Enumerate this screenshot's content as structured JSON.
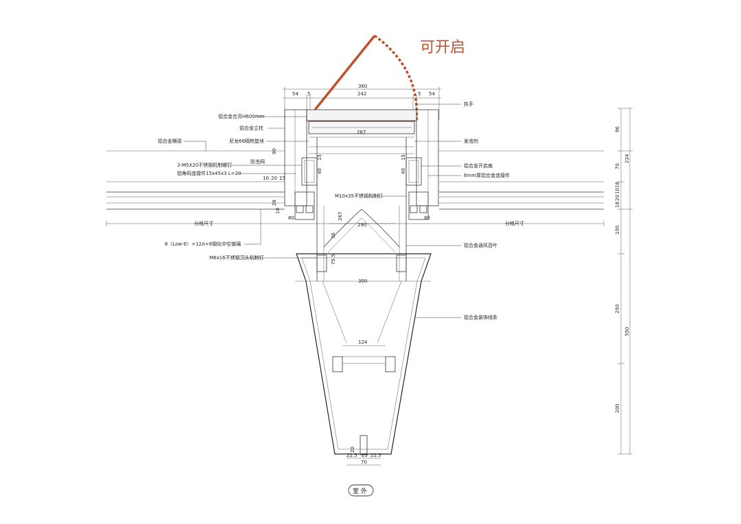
{
  "title": "可开启",
  "bottom_label": "室 外",
  "colors": {
    "accent": "#c0502a",
    "line": "#333333"
  },
  "dims_top": {
    "overall": "360",
    "middle": "242",
    "left_edge": "54",
    "right_edge": "54",
    "small_left": "5",
    "small_right": "5",
    "inner": "267"
  },
  "dims_mid": {
    "d1": "290",
    "d2": "300",
    "d3": "124",
    "d4": "70",
    "d5": "22.5",
    "d6": "25",
    "d7": "22.5",
    "d8": "20",
    "v1": "267",
    "v2": "36",
    "v3": "75.5",
    "l1": "80",
    "l2": "80",
    "l3": "10",
    "l4": "20",
    "l5": "15",
    "l6": "40",
    "l7": "40",
    "l8": "15",
    "l9": "15",
    "l10": "90",
    "l11": "28",
    "l12": "10"
  },
  "dims_right": {
    "r1": "96",
    "r2": "70",
    "r3": "18",
    "r4": "10",
    "r5": "20",
    "r6": "18",
    "r7": "100",
    "r8": "250",
    "r9": "200",
    "r10": "224",
    "r11": "550"
  },
  "labels_left": {
    "a": "铝合金合页H600mm",
    "b": "铝合金立柱",
    "c": "尼龙66隔热垫块",
    "d": "铝合金横梁",
    "e": "3-M5X20不锈钢机制螺钉",
    "f": "防虫网",
    "g": "铝角码连接件15x45x3 L=20",
    "h": "分格尺寸",
    "i": "8（Low-E）+12A+8钢化中空玻璃",
    "j": "M6x16不锈钢沉头机制钉"
  },
  "labels_center": {
    "a": "M10x35不锈钢机制钉"
  },
  "labels_right": {
    "a": "执手",
    "b": "发泡剂",
    "c": "铝合金开启扇",
    "d": "6mm厚铝合金连接件",
    "e": "分格尺寸",
    "f": "铝合金通风百叶",
    "g": "铝合金装饰线条"
  }
}
